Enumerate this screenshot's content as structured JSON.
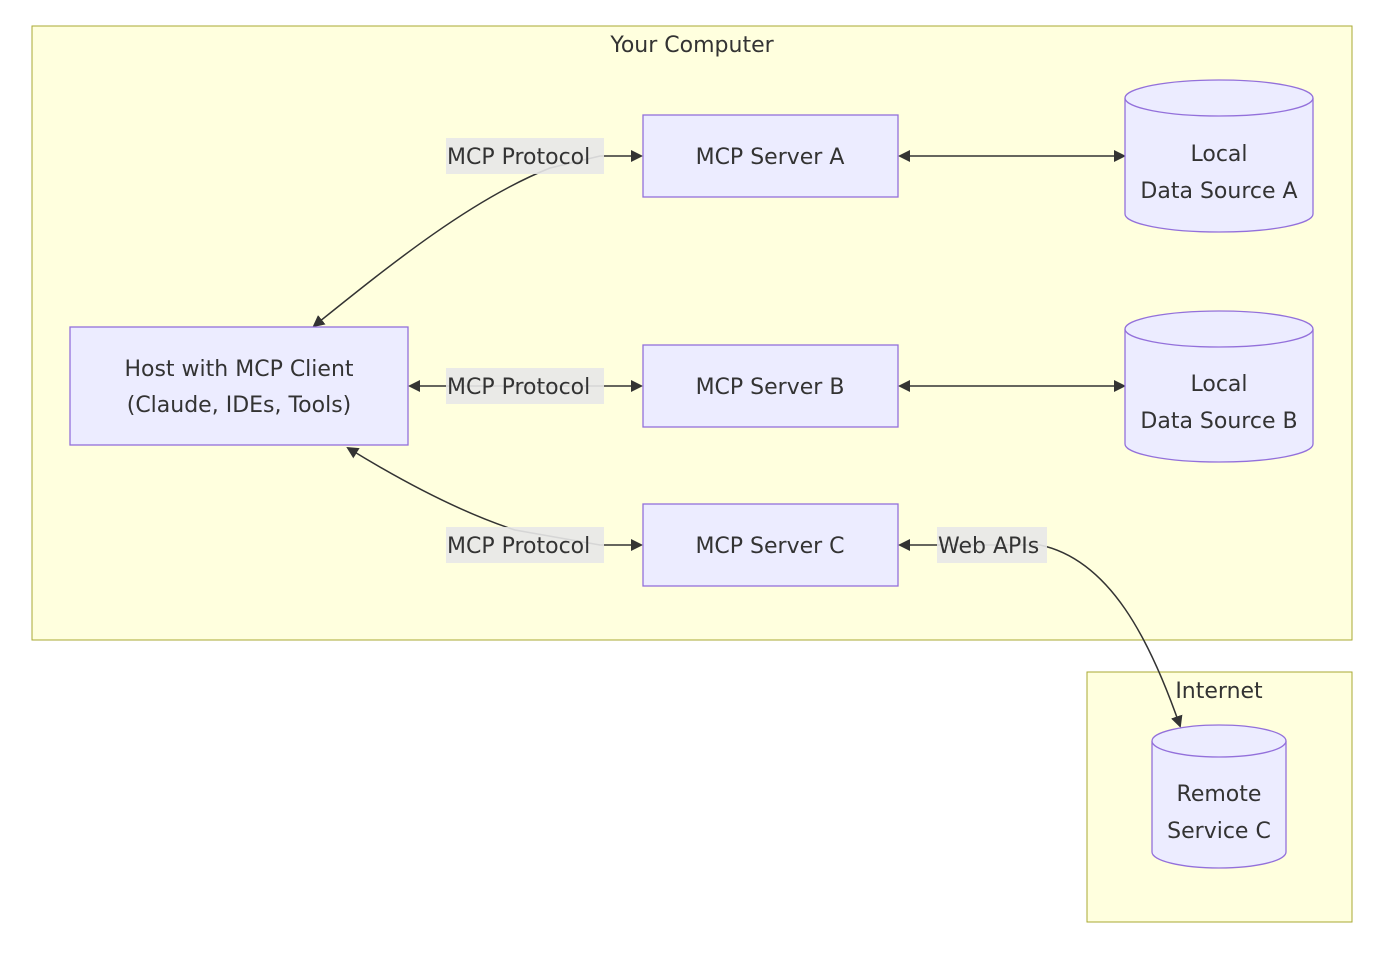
{
  "clusters": {
    "computer": {
      "title": "Your Computer"
    },
    "internet": {
      "title": "Internet"
    }
  },
  "nodes": {
    "host": {
      "line1": "Host with MCP Client",
      "line2": "(Claude, IDEs, Tools)"
    },
    "server_a": {
      "label": "MCP Server A"
    },
    "server_b": {
      "label": "MCP Server B"
    },
    "server_c": {
      "label": "MCP Server C"
    },
    "source_a": {
      "line1": "Local",
      "line2": "Data Source A"
    },
    "source_b": {
      "line1": "Local",
      "line2": "Data Source B"
    },
    "remote_c": {
      "line1": "Remote",
      "line2": "Service C"
    }
  },
  "edges": {
    "host_a": {
      "label": "MCP Protocol"
    },
    "host_b": {
      "label": "MCP Protocol"
    },
    "host_c": {
      "label": "MCP Protocol"
    },
    "c_remote": {
      "label": "Web APIs"
    }
  },
  "colors": {
    "cluster_fill": "#ffffde",
    "cluster_stroke": "#aaaa33",
    "node_fill": "#ececff",
    "node_stroke": "#9370db",
    "edge": "#333333",
    "label_bg": "#e8e8e8"
  }
}
